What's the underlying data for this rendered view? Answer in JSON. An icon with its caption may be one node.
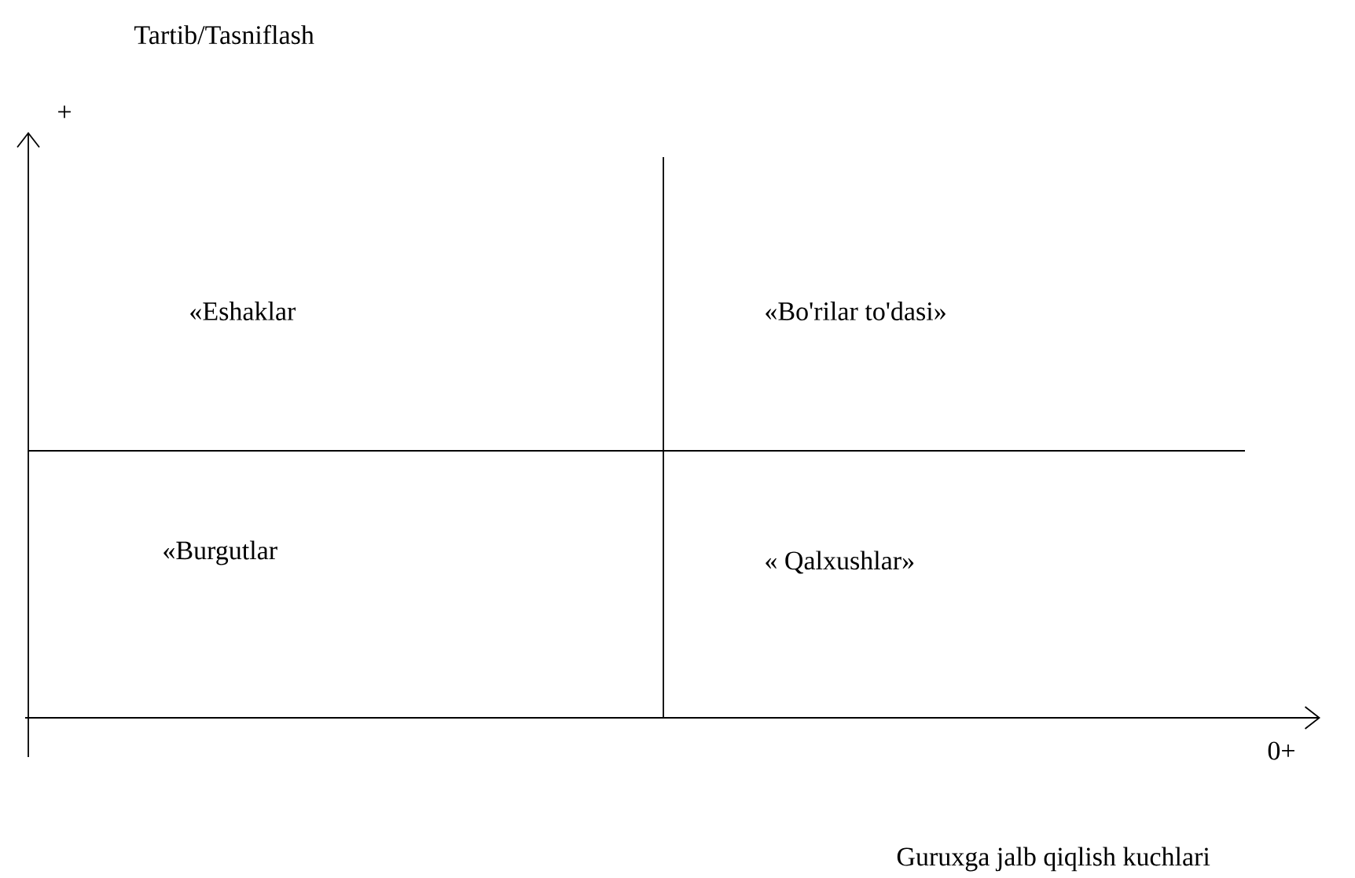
{
  "diagram": {
    "labels": [
      "Tartib/Tasniflash",
      "+",
      "«Eshaklar",
      "«Bo'rilar to'dasi»",
      "«Burgutlar",
      "« Qalxushlar»",
      "0+",
      "Guruxga jalb qiqlish kuchlari"
    ]
  }
}
